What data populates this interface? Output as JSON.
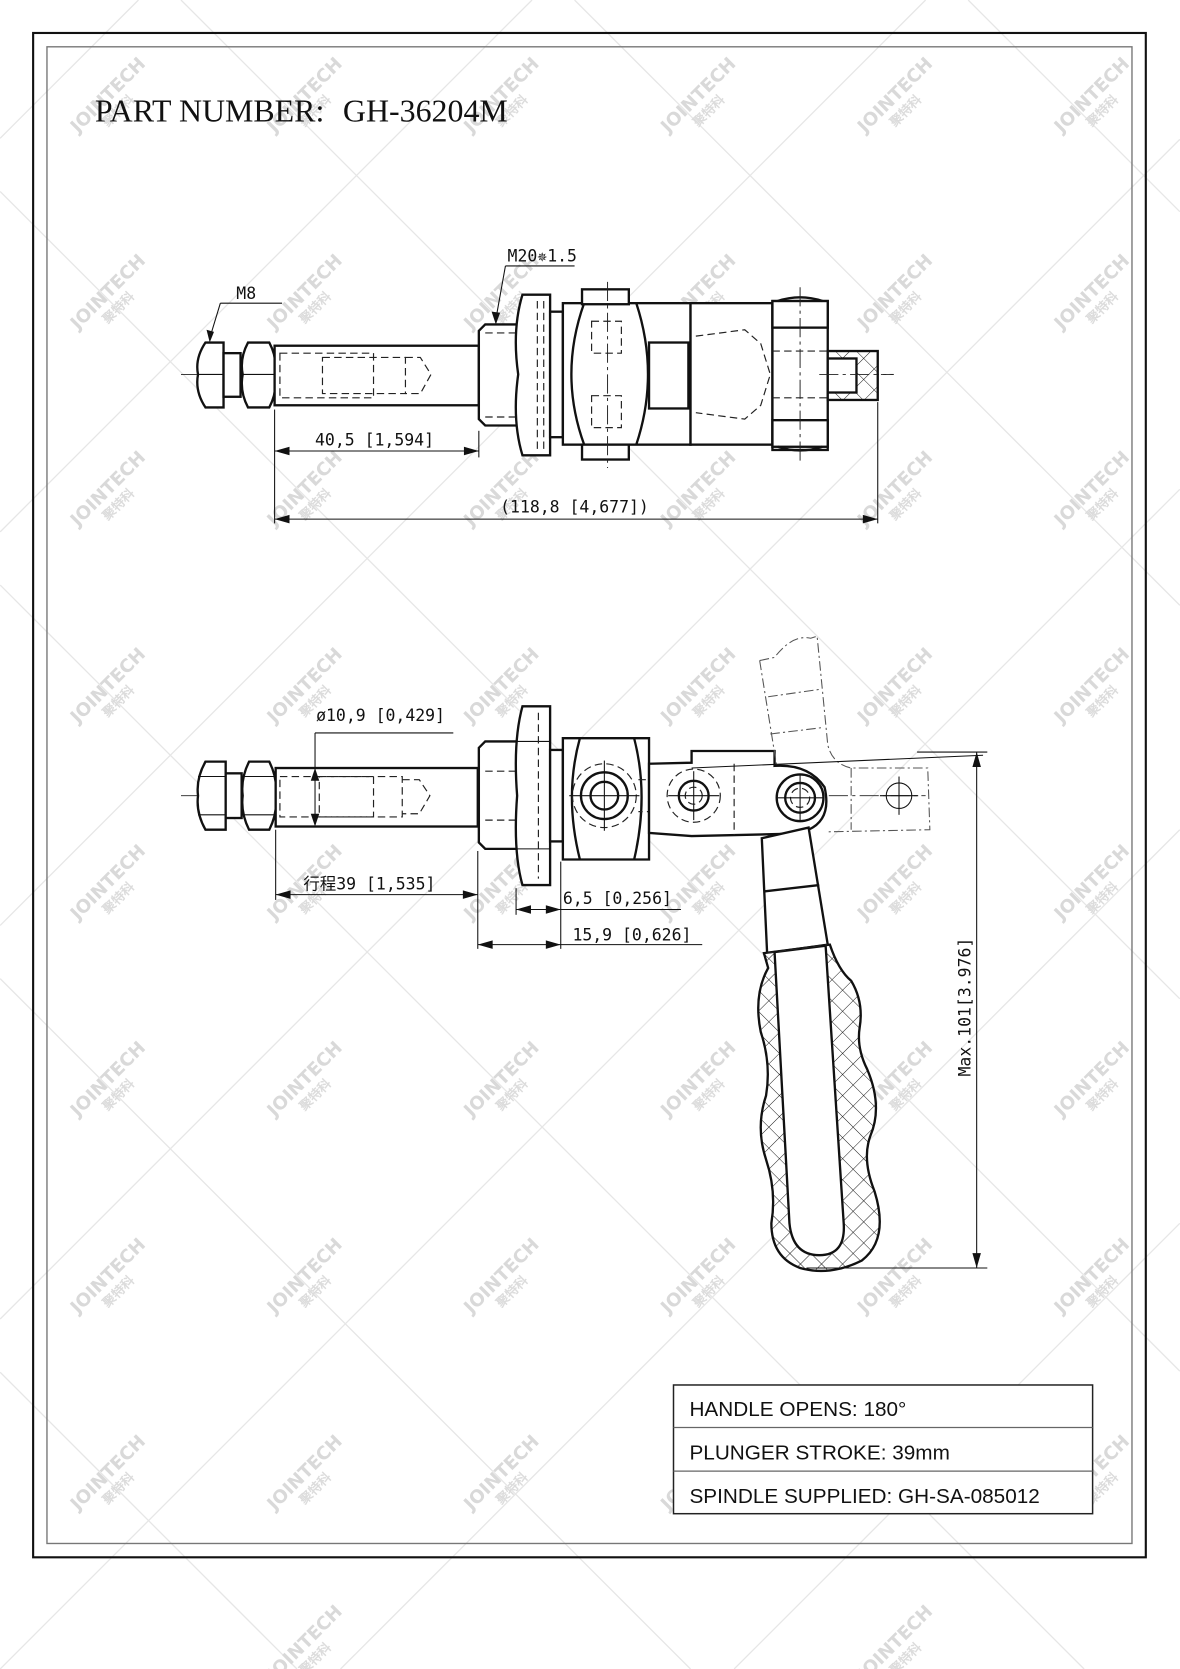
{
  "drawing": {
    "part_label": "PART NUMBER:",
    "part_number": "GH-36204M",
    "watermark_brand": "JOINTECH",
    "watermark_cn": "聚特科",
    "top_view": {
      "thread_small": "M8",
      "thread_large": "M20✵1.5",
      "dim_length_threaded": "40,5  [1,594]",
      "dim_overall": "(118,8  [4,677])"
    },
    "side_view": {
      "dim_diameter": "ø10,9  [0,429]",
      "dim_stroke": "行程39  [1,535]",
      "dim_nut_gap": "6,5  [0,256]",
      "dim_base": "15,9  [0,626]",
      "dim_height": "Max.101[3.976]"
    },
    "spec_table": {
      "rows": [
        {
          "label": "HANDLE OPENS: 180°"
        },
        {
          "label": "PLUNGER STROKE: 39mm"
        },
        {
          "label": "SPINDLE SUPPLIED: GH-SA-085012"
        }
      ]
    },
    "colors": {
      "line": "#111111",
      "background": "#ffffff",
      "watermark": "#d9d9d9"
    }
  }
}
